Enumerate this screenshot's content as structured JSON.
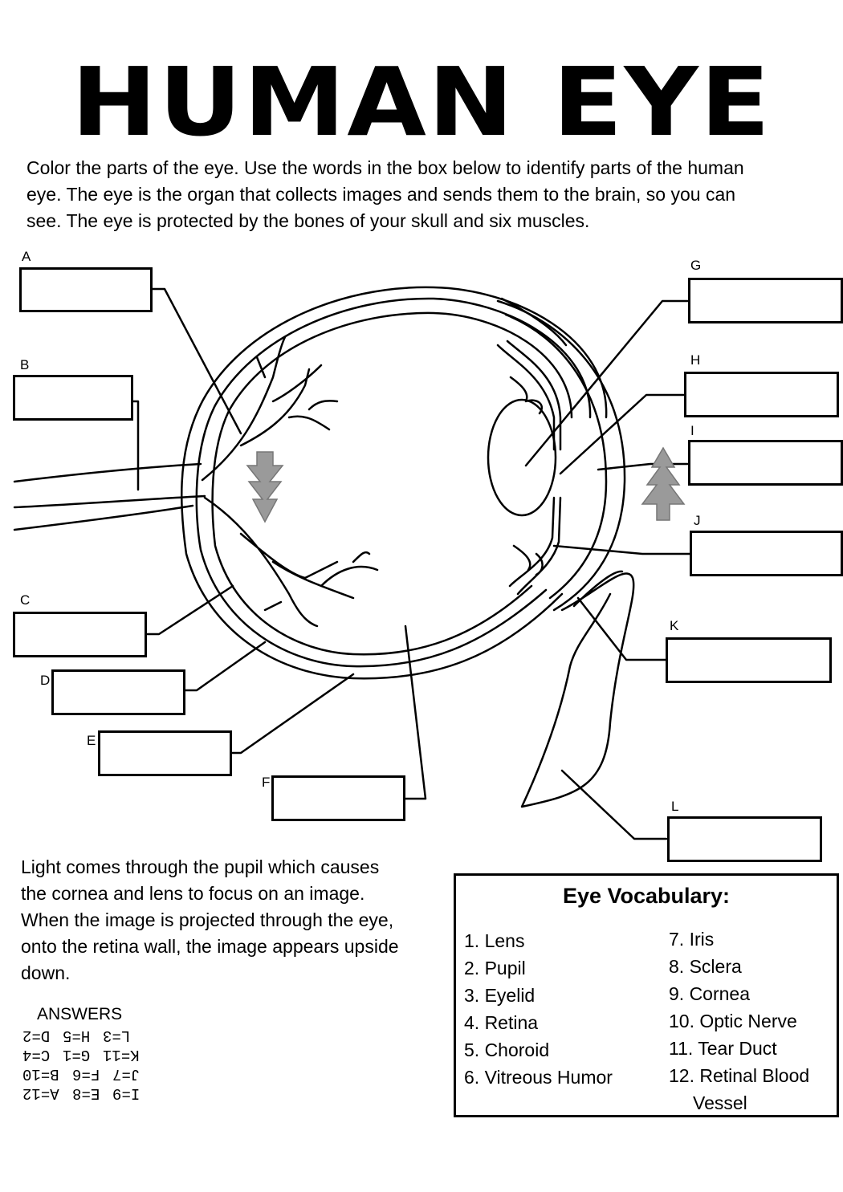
{
  "title": "HUMAN EYE",
  "intro": [
    "Color the parts of the eye. Use the words in the box below to identify parts of the human",
    "eye. The eye is the organ that collects images and sends them to the brain, so you can",
    "see. The eye is protected by the bones of your skull and six muscles."
  ],
  "labels": [
    "A",
    "B",
    "C",
    "D",
    "E",
    "F",
    "G",
    "H",
    "I",
    "J",
    "K",
    "L"
  ],
  "light_text": [
    "Light comes through the pupil which causes",
    "the cornea and lens to focus on an image.",
    "When the image is projected through the eye,",
    "onto the retina wall, the image appears upside",
    "down."
  ],
  "answers": {
    "title": "ANSWERS",
    "rows": [
      [
        "D=2",
        "H=5",
        "L=3"
      ],
      [
        "C=4",
        "G=1",
        "K=11"
      ],
      [
        "B=10",
        "F=6",
        "J=7"
      ],
      [
        "A=12",
        "E=8",
        "I=9"
      ]
    ]
  },
  "vocabulary": {
    "title": "Eye Vocabulary:",
    "col1": [
      "1. Lens",
      "2. Pupil",
      "3. Eyelid",
      "4. Retina",
      "5. Choroid",
      "6. Vitreous Humor"
    ],
    "col2": [
      "7. Iris",
      "8. Sclera",
      "9. Cornea",
      "10. Optic Nerve",
      "11. Tear Duct",
      "12. Retinal Blood",
      "Vessel"
    ]
  }
}
